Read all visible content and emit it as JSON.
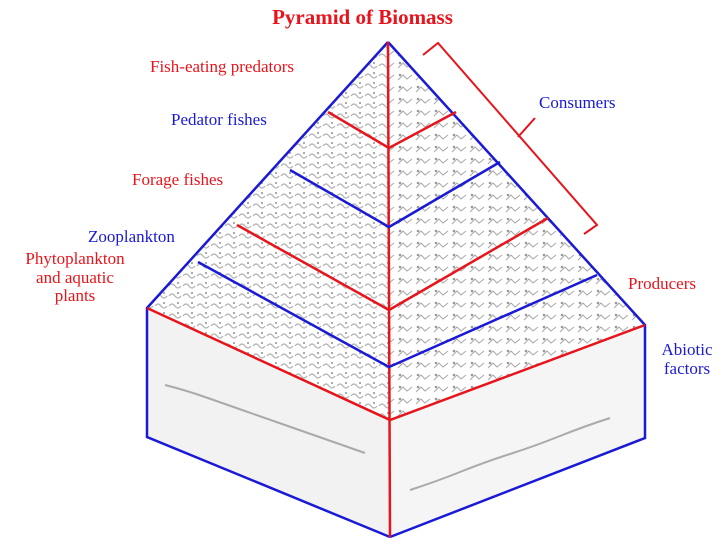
{
  "title": "Pyramid of Biomass",
  "levels": [
    {
      "label": "Fish-eating  predators",
      "color": "#e8141c"
    },
    {
      "label": "Pedator  fishes",
      "color": "#1a1ad6"
    },
    {
      "label": "Forage  fishes",
      "color": "#e8141c"
    },
    {
      "label": "Zooplankton",
      "color": "#1a1ad6"
    },
    {
      "label_lines": [
        "Phytoplankton",
        "and  aquatic",
        "plants"
      ],
      "color": "#e8141c"
    }
  ],
  "groups": {
    "consumers": "Consumers",
    "producers": "Producers",
    "abiotic_lines": [
      "Abiotic",
      "factors"
    ]
  },
  "colors": {
    "red": "#e8141c",
    "blue": "#1a1ad6",
    "background": "#ffffff"
  }
}
